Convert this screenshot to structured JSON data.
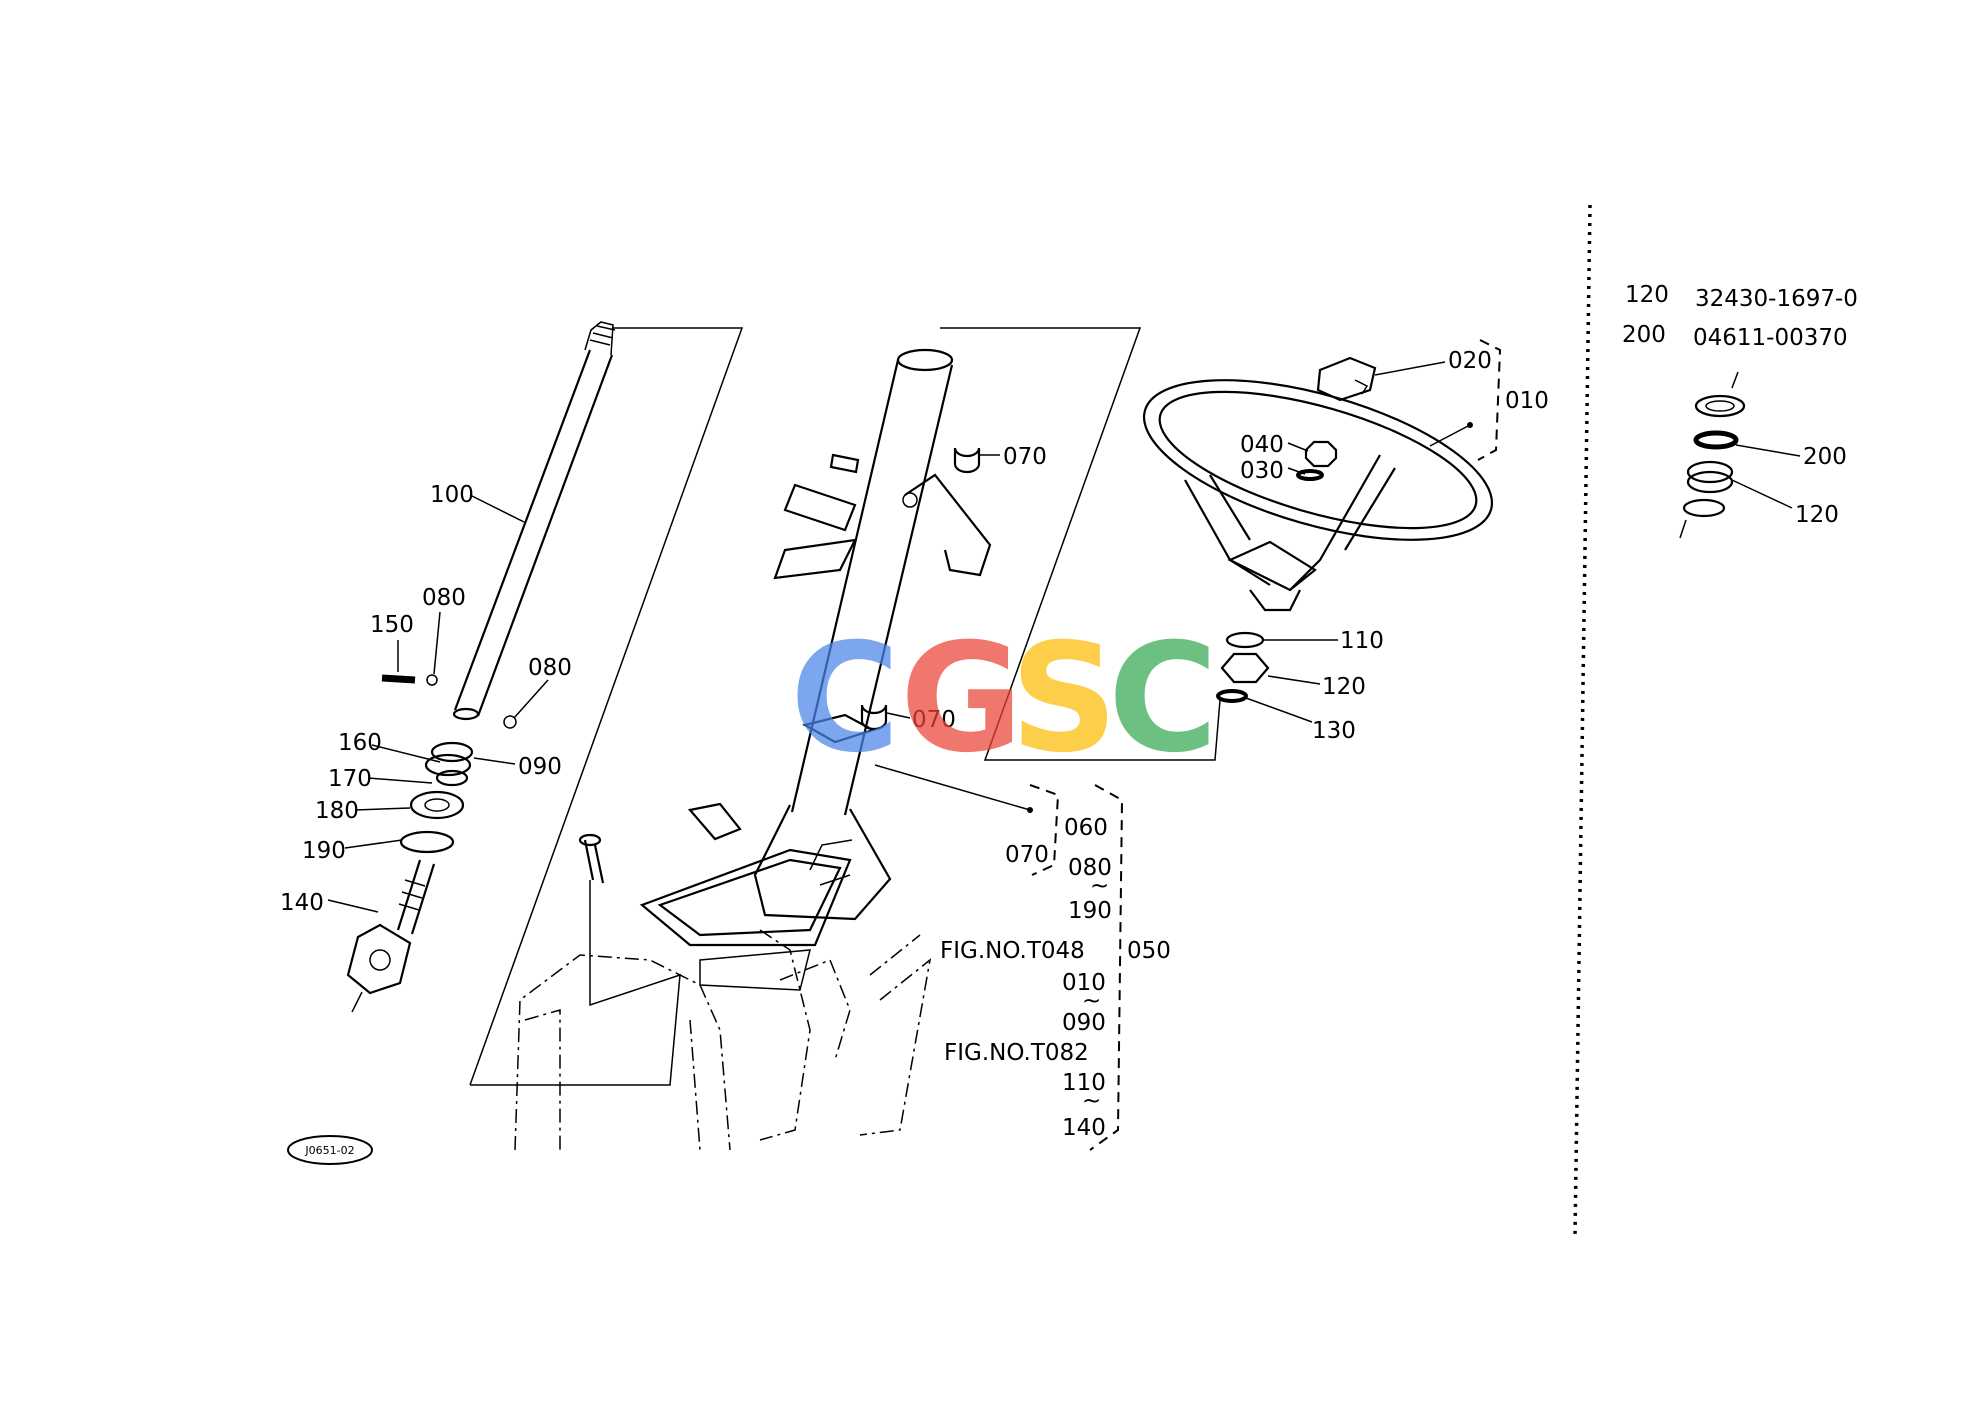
{
  "diagram_id": "J0651-02",
  "callouts": {
    "c100": "100",
    "c080a": "080",
    "c150": "150",
    "c080b": "080",
    "c160": "160",
    "c090": "090",
    "c170": "170",
    "c180": "180",
    "c190": "190",
    "c140": "140",
    "c070a": "070",
    "c070b": "070",
    "c070c": "070",
    "c020": "020",
    "c010": "010",
    "c040": "040",
    "c030": "030",
    "c110": "110",
    "c120": "120",
    "c130": "130"
  },
  "bracket_group": {
    "top": "060",
    "g1": "080",
    "g2": "190",
    "fig1": "FIG.NO.T048",
    "mid": "050",
    "g3": "010",
    "g4": "090",
    "fig2": "FIG.NO.T082",
    "g5": "110",
    "g6": "140"
  },
  "side_table": [
    {
      "ref": "120",
      "part_no": "32430-1697-0"
    },
    {
      "ref": "200",
      "part_no": "04611-00370"
    }
  ],
  "inset_callouts": {
    "c200": "200",
    "c120": "120"
  },
  "watermark": {
    "letters": [
      "C",
      "G",
      "S",
      "C"
    ],
    "colors": [
      "#4a86e8",
      "#ea4335",
      "#fbbc04",
      "#34a853"
    ]
  }
}
